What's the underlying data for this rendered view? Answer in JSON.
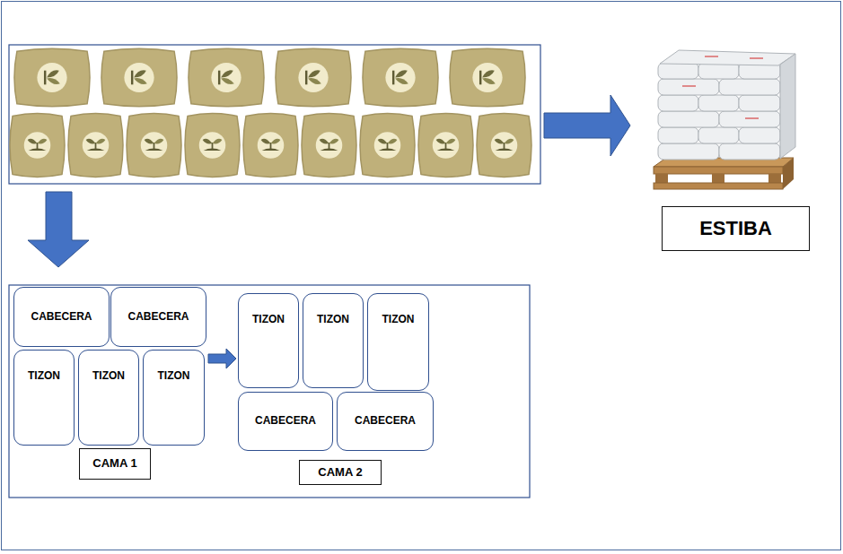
{
  "diagram": {
    "nodes": [
      {
        "text": [
          "ESTIBA"
        ]
      },
      {
        "text": [
          "CABECERA"
        ]
      },
      {
        "text": [
          "CABECERA"
        ]
      },
      {
        "text": [
          "TIZON"
        ]
      },
      {
        "text": [
          "TIZON"
        ]
      },
      {
        "text": [
          "TIZON"
        ]
      },
      {
        "text": [
          "CAMA 1"
        ]
      },
      {
        "text": [
          "TIZON"
        ]
      },
      {
        "text": [
          "TIZON"
        ]
      },
      {
        "text": [
          "TIZON"
        ]
      },
      {
        "text": [
          "CABECERA"
        ]
      },
      {
        "text": [
          "CABECERA"
        ]
      },
      {
        "text": [
          "CAMA 2"
        ]
      }
    ],
    "edges": [
      {
        "from": 5,
        "to": 7,
        "arrow": "to"
      }
    ]
  }
}
